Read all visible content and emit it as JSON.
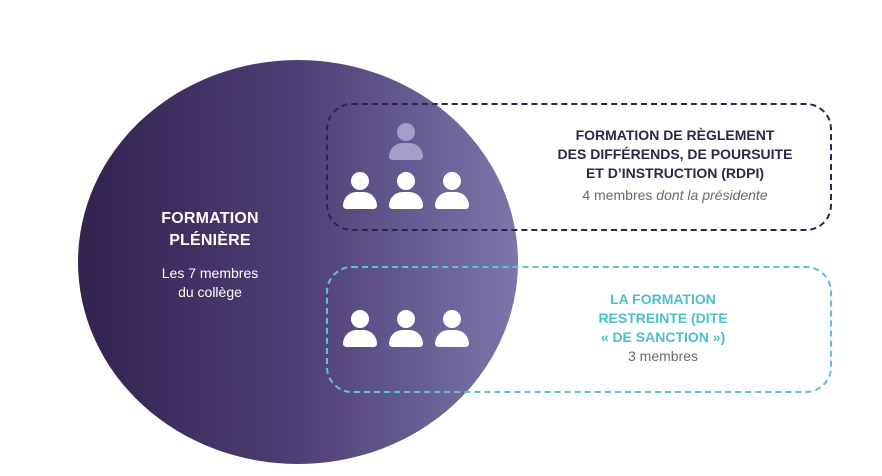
{
  "colors": {
    "circle_dark": "#33224f",
    "circle_light": "#7c76ab",
    "rdpi_border": "#2f2647",
    "sanction_border": "#5cc4c9",
    "sanction_title": "#4cc0c6",
    "faded_person": "#a39fc9"
  },
  "pleniere": {
    "title_line1": "FORMATION",
    "title_line2": "PLÉNIÈRE",
    "sub_line1": "Les 7 membres",
    "sub_line2": "du collège"
  },
  "rdpi": {
    "title_line1": "FORMATION DE RÈGLEMENT",
    "title_line2": "DES DIFFÉRENDS, DE POURSUITE",
    "title_line3": "ET D’INSTRUCTION (RDPI)",
    "members_prefix": "4 membres ",
    "members_italic": "dont la présidente"
  },
  "sanction": {
    "title_line1": "LA FORMATION",
    "title_line2": "RESTREINTE (DITE",
    "title_line3": "« DE SANCTION »)",
    "members": "3 membres"
  },
  "icons": {
    "person": "person-icon",
    "president": "president-person-icon"
  }
}
